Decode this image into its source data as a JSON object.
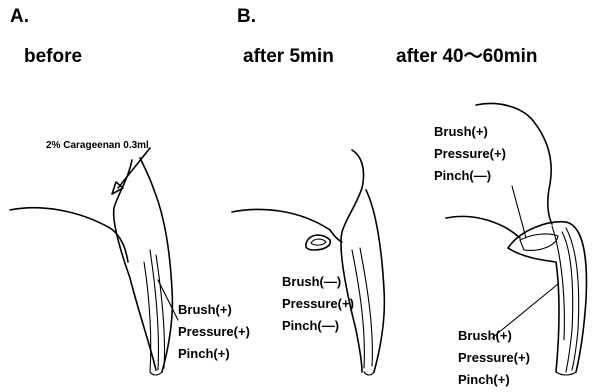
{
  "panel_a": {
    "letter": "A.",
    "title": "before",
    "injection_label": "2% Carageenan 0.3ml",
    "result": {
      "brush": "Brush(+)",
      "pressure": "Pressure(+)",
      "pinch": "Pinch(+)"
    }
  },
  "panel_b": {
    "letter": "B.",
    "after_5": {
      "title": "after 5min",
      "result": {
        "brush": "Brush(—)",
        "pressure": "Pressure(+)",
        "pinch": "Pinch(—)"
      }
    },
    "after_40": {
      "title": "after 40〜60min",
      "upper_result": {
        "brush": "Brush(+)",
        "pressure": "Pressure(+)",
        "pinch": "Pinch(—)"
      },
      "lower_result": {
        "brush": "Brush(+)",
        "pressure": "Pressure(+)",
        "pinch": "Pinch(+)"
      }
    }
  }
}
